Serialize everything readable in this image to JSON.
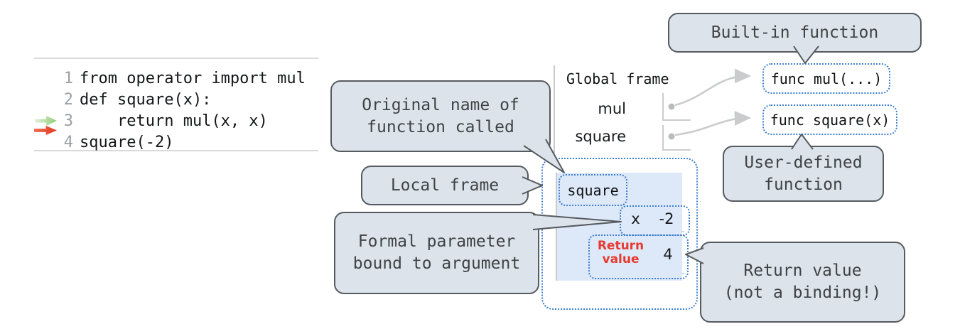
{
  "code_panel": {
    "lines": [
      {
        "num": "1",
        "text": "from operator import mul"
      },
      {
        "num": "2",
        "text": "def square(x):"
      },
      {
        "num": "3",
        "text": "    return mul(x, x)"
      },
      {
        "num": "4",
        "text": "square(-2)"
      }
    ],
    "current_line": "3",
    "colors": {
      "prev_arrow_green": "#8ecb74",
      "next_arrow_red": "#e23c22"
    }
  },
  "global_frame": {
    "title": "Global frame",
    "vars": [
      {
        "name": "mul"
      },
      {
        "name": "square"
      }
    ]
  },
  "objects": [
    {
      "label": "func mul(...)"
    },
    {
      "label": "func square(x)"
    }
  ],
  "local_frame": {
    "label": "square",
    "param_name": "x",
    "param_value": "-2",
    "return_label": "Return\nvalue",
    "return_value": "4"
  },
  "callouts": {
    "built_in": {
      "text": "Built-in function"
    },
    "original_name": {
      "text": "Original name of\nfunction called"
    },
    "local_frame": {
      "text": "Local frame"
    },
    "formal_param": {
      "text": "Formal parameter\nbound to argument"
    },
    "user_defined": {
      "text": "User-defined\nfunction"
    },
    "return_value": {
      "text": "Return value\n(not a binding!)"
    }
  },
  "colors": {
    "highlight_fill": "#dde8f8",
    "dotted_border_blue": "#3d7fd0",
    "bubble_fill": "#dce3ea",
    "bubble_border": "#565b60",
    "return_red": "#e8392f",
    "pointer_gray": "#c9cbcd"
  }
}
